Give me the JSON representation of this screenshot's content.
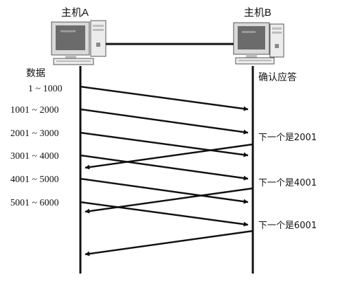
{
  "hosts": {
    "a": "主机A",
    "b": "主机B"
  },
  "left_header": "数据",
  "right_header": "确认应答",
  "segments": [
    "1 ~ 1000",
    "1001 ~ 2000",
    "2001 ~ 3000",
    "3001 ~ 4000",
    "4001 ~ 5000",
    "5001 ~ 6000"
  ],
  "acks": [
    "下一个是2001",
    "下一个是4001",
    "下一个是6001"
  ],
  "colors": {
    "line": "#111111",
    "screen": "#6b6b6b",
    "case_light": "#ececec",
    "case_mid": "#bdbdbd",
    "case_dark": "#8a8a8a"
  },
  "icons": [
    "computer-icon",
    "computer-icon"
  ]
}
